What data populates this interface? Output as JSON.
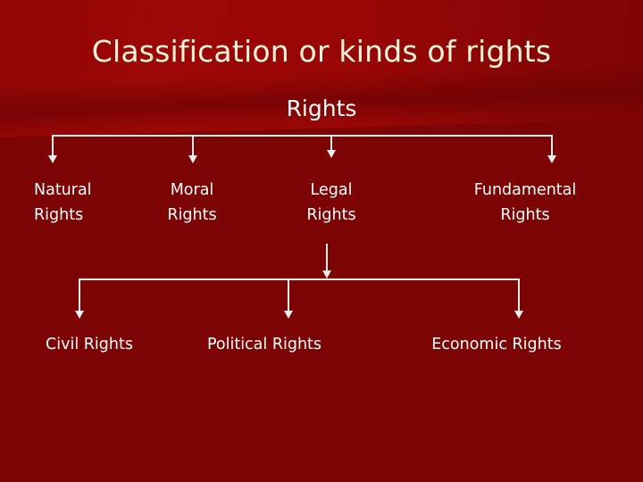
{
  "slide": {
    "title": "Classification or kinds of rights",
    "background_color": "#7c0404",
    "band_color": "#9c0707",
    "title_color": "#fdf4dc",
    "text_color": "#ffffff",
    "connector_color": "#f2eeea"
  },
  "diagram": {
    "type": "tree",
    "root": {
      "label": "Rights"
    },
    "tier1": [
      {
        "label": "Natural\nRights"
      },
      {
        "label": "Moral\nRights"
      },
      {
        "label": "Legal\nRights"
      },
      {
        "label": "Fundamental\nRights"
      }
    ],
    "tier2": [
      {
        "label": "Civil Rights"
      },
      {
        "label": "Political Rights"
      },
      {
        "label": "Economic Rights"
      }
    ],
    "edges": [
      {
        "from": "Rights",
        "to": "Natural Rights"
      },
      {
        "from": "Rights",
        "to": "Moral Rights"
      },
      {
        "from": "Rights",
        "to": "Legal Rights"
      },
      {
        "from": "Rights",
        "to": "Fundamental Rights"
      },
      {
        "from": "Legal Rights",
        "to": "Civil Rights"
      },
      {
        "from": "Legal Rights",
        "to": "Political Rights"
      },
      {
        "from": "Legal Rights",
        "to": "Economic Rights"
      }
    ]
  }
}
